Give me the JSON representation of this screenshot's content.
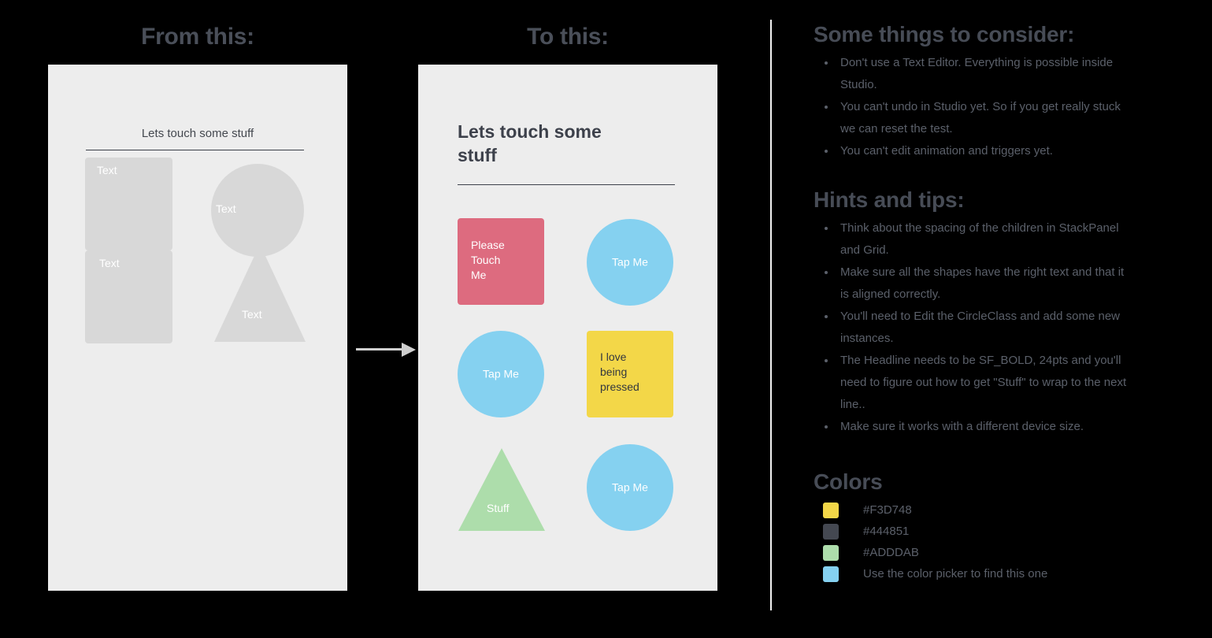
{
  "columns": {
    "from_title": "From this:",
    "to_title": "To this:"
  },
  "before_panel": {
    "headline": "Lets touch some stuff",
    "shapes": [
      {
        "name": "rect-1",
        "label": "Text",
        "fill": "#d8d8d8",
        "text_color": "#ffffff"
      },
      {
        "name": "rect-2",
        "label": "Text",
        "fill": "#d8d8d8",
        "text_color": "#ffffff"
      },
      {
        "name": "circle-1",
        "label": "Text",
        "fill": "#d8d8d8",
        "text_color": "#ffffff"
      },
      {
        "name": "triangle-1",
        "label": "Text",
        "fill": "#d8d8d8",
        "text_color": "#ffffff"
      }
    ]
  },
  "after_panel": {
    "headline": "Lets touch some stuff",
    "shapes": [
      {
        "name": "pink-square",
        "label": "Please\nTouch\nMe",
        "fill": "#DD6B7F",
        "text_color": "#ffffff"
      },
      {
        "name": "blue-circle-1",
        "label": "Tap Me",
        "fill": "#85D1F0",
        "text_color": "#ffffff"
      },
      {
        "name": "blue-circle-2",
        "label": "Tap Me",
        "fill": "#85D1F0",
        "text_color": "#ffffff"
      },
      {
        "name": "yellow-square",
        "label": "I love\nbeing\npressed",
        "fill": "#F3D748",
        "text_color": "#33373f"
      },
      {
        "name": "green-triangle",
        "label": "Stuff",
        "fill": "#ADDDAB",
        "text_color": "#ffffff"
      },
      {
        "name": "blue-circle-3",
        "label": "Tap Me",
        "fill": "#85D1F0",
        "text_color": "#ffffff"
      }
    ]
  },
  "notes": {
    "consider_heading": "Some things to consider:",
    "consider_items": [
      "Don't use a Text Editor. Everything is possible inside Studio.",
      "You can't undo in Studio yet. So if you get really stuck we can reset the test.",
      "You can't edit animation and triggers yet."
    ],
    "hints_heading": "Hints and tips:",
    "hints_items": [
      "Think about the spacing of the children in StackPanel and Grid.",
      "Make sure all the shapes have the right text and that it is aligned correctly.",
      "You'll need to Edit the CircleClass and add some new instances.",
      "The Headline needs to be SF_BOLD, 24pts and you'll need to figure out how to get \"Stuff\" to wrap to the next line..",
      "Make sure it works with a different device size."
    ],
    "colors_heading": "Colors",
    "colors": [
      {
        "swatch": "#F3D748",
        "label": "#F3D748"
      },
      {
        "swatch": "#444851",
        "label": "#444851"
      },
      {
        "swatch": "#ADDDAB",
        "label": "#ADDDAB"
      },
      {
        "swatch": "#85D1F0",
        "label": "Use the color picker to find this one"
      }
    ]
  }
}
